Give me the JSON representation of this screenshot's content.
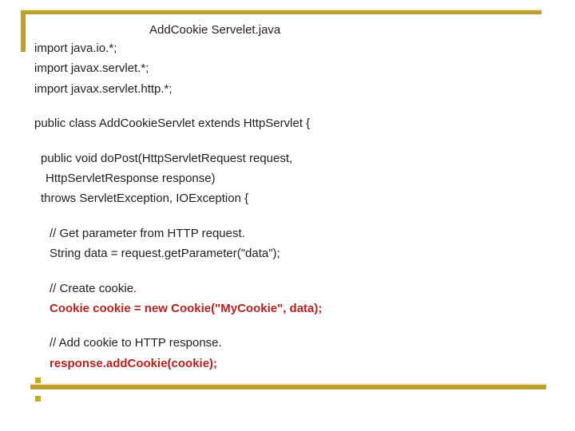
{
  "slide": {
    "title": "AddCookie Servelet.java",
    "code_lines": [
      "import java.io.*;",
      "import javax.servlet.*;",
      "import javax.servlet.http.*;",
      "public class AddCookieServlet extends HttpServlet {",
      "public void doPost(HttpServletRequest request,",
      "HttpServletResponse response)",
      "throws ServletException, IOException {",
      "// Get parameter from HTTP request.",
      "String data = request.getParameter(\"data\");",
      "// Create cookie.",
      "Cookie cookie = new Cookie(\"MyCookie\", data);",
      "// Add cookie to HTTP response.",
      "response.addCookie(cookie);"
    ],
    "highlighted_lines": [
      10,
      12
    ]
  },
  "colors": {
    "accent_gold": "#bba030",
    "pale_gold": "#f6f1c6",
    "bullet_gold": "#c9a82e",
    "highlight_red": "#b32121",
    "text": "#1f1f1f",
    "background": "#ffffff"
  }
}
